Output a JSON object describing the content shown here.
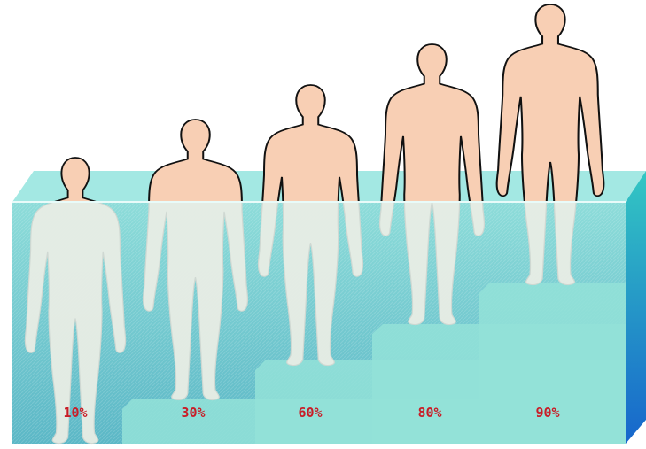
{
  "diagram": {
    "figures": [
      {
        "label": "10%"
      },
      {
        "label": "30%"
      },
      {
        "label": "60%"
      },
      {
        "label": "80%"
      },
      {
        "label": "90%"
      }
    ]
  },
  "colors": {
    "water_front": "#7fd3d3",
    "water_top": "#9ee6e2",
    "water_side": "#1f7fd0",
    "skin": "#f8cfb4",
    "submerged_body": "#e7ece4",
    "outline": "#111111",
    "label": "#c81e28",
    "step": "#8ee0d6"
  }
}
